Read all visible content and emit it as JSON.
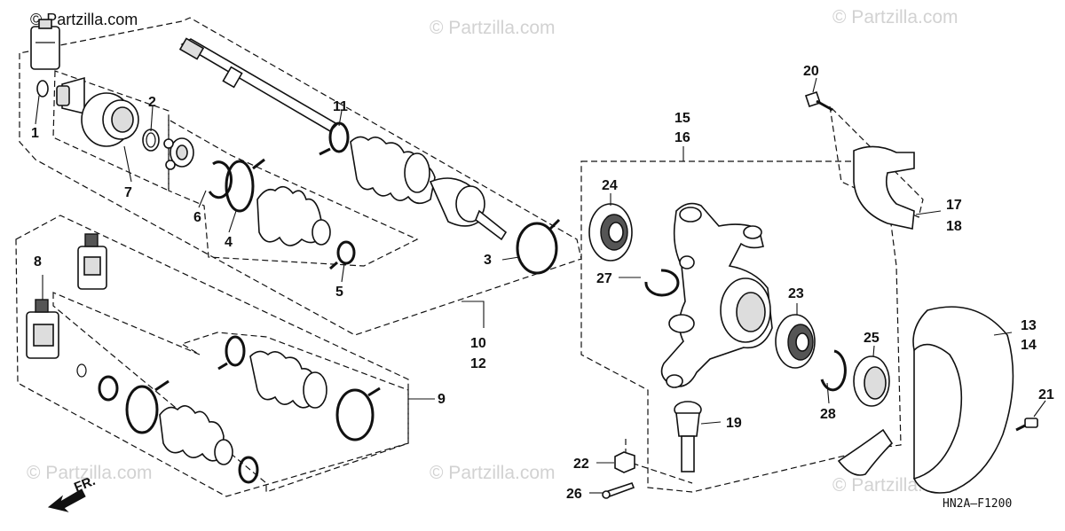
{
  "watermark": {
    "brand": "© Partzilla.com",
    "top_center": "© Partzilla.com",
    "top_right": "© Partzilla.com",
    "bottom_left": "© Partzilla.com",
    "bottom_center": "© Partzilla.com",
    "bottom_right": "© Partzilla.com"
  },
  "diagram_code": "HN2A—F1200",
  "direction_label": "FR.",
  "callouts": [
    {
      "id": "c1",
      "text": "1"
    },
    {
      "id": "c2",
      "text": "2"
    },
    {
      "id": "c3",
      "text": "3"
    },
    {
      "id": "c4",
      "text": "4"
    },
    {
      "id": "c5",
      "text": "5"
    },
    {
      "id": "c6",
      "text": "6"
    },
    {
      "id": "c7",
      "text": "7"
    },
    {
      "id": "c8",
      "text": "8"
    },
    {
      "id": "c9",
      "text": "9"
    },
    {
      "id": "c10",
      "text": "10"
    },
    {
      "id": "c11",
      "text": "11"
    },
    {
      "id": "c12",
      "text": "12"
    },
    {
      "id": "c13",
      "text": "13"
    },
    {
      "id": "c14",
      "text": "14"
    },
    {
      "id": "c15",
      "text": "15"
    },
    {
      "id": "c16",
      "text": "16"
    },
    {
      "id": "c17",
      "text": "17"
    },
    {
      "id": "c18",
      "text": "18"
    },
    {
      "id": "c19",
      "text": "19"
    },
    {
      "id": "c20",
      "text": "20"
    },
    {
      "id": "c21",
      "text": "21"
    },
    {
      "id": "c22",
      "text": "22"
    },
    {
      "id": "c23",
      "text": "23"
    },
    {
      "id": "c24",
      "text": "24"
    },
    {
      "id": "c25",
      "text": "25"
    },
    {
      "id": "c26",
      "text": "26"
    },
    {
      "id": "c27",
      "text": "27"
    },
    {
      "id": "c28",
      "text": "28"
    }
  ]
}
